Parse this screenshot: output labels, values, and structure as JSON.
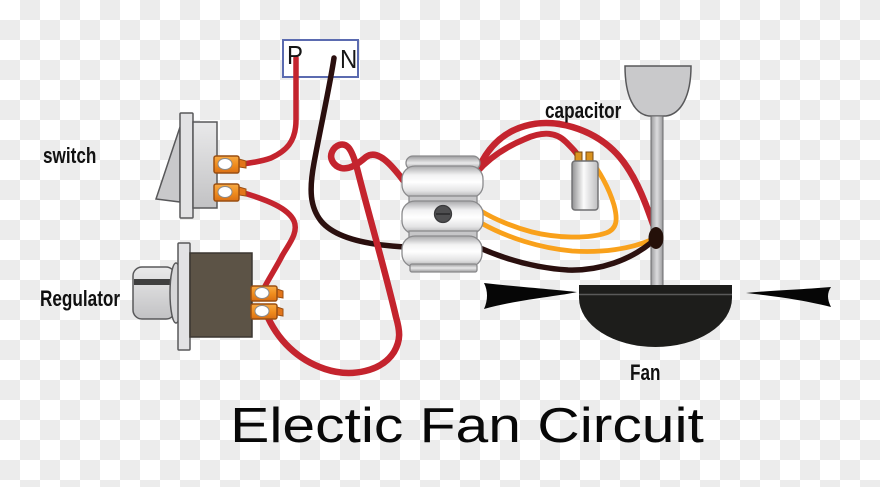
{
  "diagram": {
    "title": "Electic Fan Circuit",
    "power_box": {
      "positive_terminal": "P",
      "negative_terminal": "N"
    },
    "labels": {
      "switch": "switch",
      "regulator": "Regulator",
      "capacitor": "capacitor",
      "fan": "Fan"
    }
  },
  "colors": {
    "wire_red": "#c4242e",
    "wire_neutral_dark": "#2a0f0e",
    "wire_orange": "#f9a11b",
    "terminal_orange": "#ef8b1d",
    "terminal_orange_border": "#9a4f12",
    "power_box_border": "#5b6bb0",
    "power_box_fill": "#ffffff",
    "component_gray": "#d6d6d8",
    "component_outline": "#58585a",
    "regulator_body_brown": "#5c5346",
    "fan_black": "#1d1d1b",
    "blade_black": "#060606",
    "wire_entry_blob": "#241009",
    "checker_gray": "#ececec"
  }
}
